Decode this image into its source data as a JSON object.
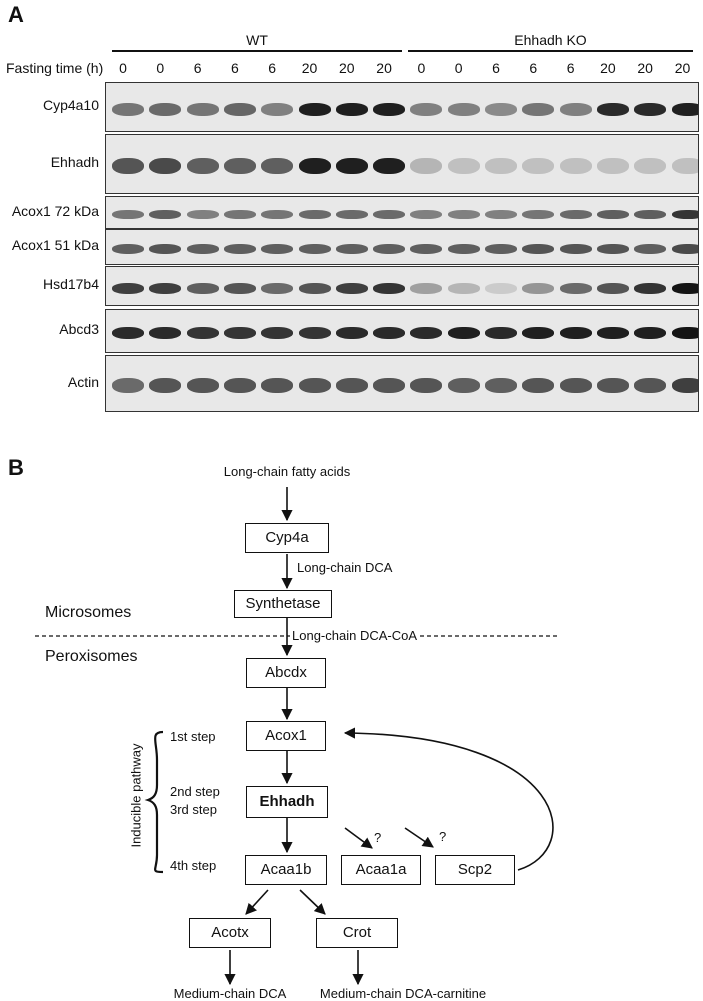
{
  "panelA": {
    "letter": "A",
    "group_wt": "WT",
    "group_ko": "Ehhadh KO",
    "fasting_label": "Fasting time (h)",
    "lanes": [
      "0",
      "0",
      "6",
      "6",
      "6",
      "20",
      "20",
      "20",
      "0",
      "0",
      "6",
      "6",
      "6",
      "20",
      "20",
      "20"
    ],
    "blots": [
      {
        "name": "Cyp4a10",
        "intensity": [
          0.55,
          0.6,
          0.55,
          0.62,
          0.5,
          0.95,
          0.95,
          0.95,
          0.5,
          0.5,
          0.45,
          0.55,
          0.5,
          0.9,
          0.9,
          0.95
        ]
      },
      {
        "name": "Ehhadh",
        "intensity": [
          0.7,
          0.75,
          0.65,
          0.65,
          0.65,
          0.95,
          0.95,
          0.95,
          0.25,
          0.2,
          0.2,
          0.2,
          0.2,
          0.2,
          0.2,
          0.2
        ]
      },
      {
        "name": "Acox1 72 kDa",
        "intensity": [
          0.55,
          0.65,
          0.5,
          0.55,
          0.55,
          0.6,
          0.6,
          0.6,
          0.5,
          0.5,
          0.5,
          0.55,
          0.6,
          0.65,
          0.65,
          0.85
        ]
      },
      {
        "name": "Acox1 51 kDa",
        "intensity": [
          0.65,
          0.7,
          0.65,
          0.65,
          0.65,
          0.65,
          0.65,
          0.65,
          0.65,
          0.65,
          0.65,
          0.7,
          0.7,
          0.7,
          0.65,
          0.75
        ]
      },
      {
        "name": "Hsd17b4",
        "intensity": [
          0.8,
          0.8,
          0.65,
          0.7,
          0.6,
          0.7,
          0.8,
          0.85,
          0.35,
          0.25,
          0.15,
          0.4,
          0.6,
          0.7,
          0.85,
          1.0
        ]
      },
      {
        "name": "Abcd3",
        "intensity": [
          0.9,
          0.9,
          0.85,
          0.85,
          0.85,
          0.85,
          0.9,
          0.9,
          0.9,
          0.95,
          0.9,
          0.95,
          0.95,
          0.95,
          0.95,
          1.0
        ]
      },
      {
        "name": "Actin",
        "intensity": [
          0.6,
          0.7,
          0.7,
          0.7,
          0.7,
          0.7,
          0.7,
          0.7,
          0.7,
          0.65,
          0.65,
          0.7,
          0.7,
          0.7,
          0.7,
          0.8
        ]
      }
    ]
  },
  "panelB": {
    "letter": "B",
    "substrate": "Long-chain fatty acids",
    "cyp4a": "Cyp4a",
    "lc_dca": "Long-chain DCA",
    "synthetase": "Synthetase",
    "microsomes": "Microsomes",
    "lc_dca_coa": "Long-chain DCA-CoA",
    "peroxisomes": "Peroxisomes",
    "abcdx": "Abcdx",
    "acox1": "Acox1",
    "ehhadh": "Ehhadh",
    "acaa1b": "Acaa1b",
    "acaa1a": "Acaa1a",
    "scp2": "Scp2",
    "acotx": "Acotx",
    "crot": "Crot",
    "step1": "1st step",
    "step2": "2nd step",
    "step3": "3rd step",
    "step4": "4th step",
    "inducible": "Inducible pathway",
    "question": "?",
    "mc_dca": "Medium-chain DCA",
    "mc_dca_carnitine": "Medium-chain DCA-carnitine"
  }
}
